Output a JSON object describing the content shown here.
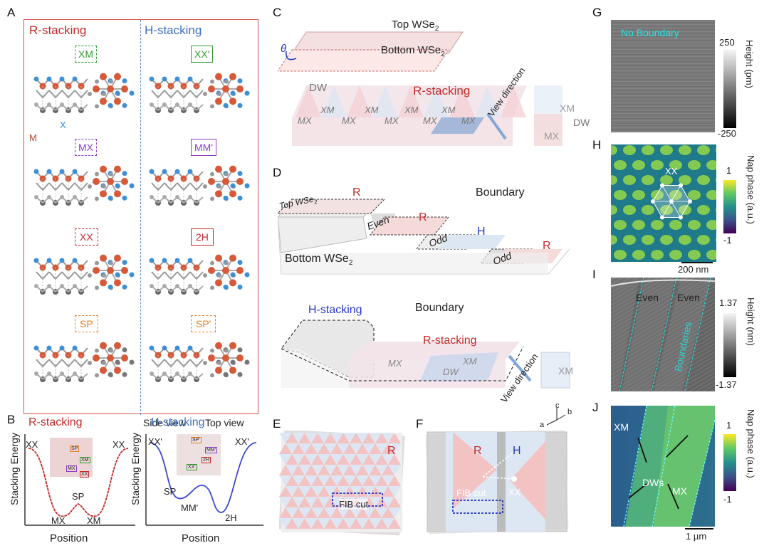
{
  "panel_labels": {
    "A": "A",
    "B": "B",
    "C": "C",
    "D": "D",
    "E": "E",
    "F": "F",
    "G": "G",
    "H": "H",
    "I": "I",
    "J": "J"
  },
  "panelA": {
    "r_title": "R-stacking",
    "h_title": "H-stacking",
    "r_configs": [
      "XM",
      "MX",
      "XX",
      "SP"
    ],
    "h_configs": [
      "XX'",
      "MM'",
      "2H",
      "SP'"
    ],
    "m_label": "M",
    "x_label": "X",
    "side_view": "Side view",
    "top_view": "Top view",
    "colors": {
      "r": "#c62828",
      "h": "#3d6fc4",
      "xm": "#2e9a2e",
      "mx": "#8a3fc6",
      "xx": "#c62828",
      "sp": "#e67e22",
      "metal": "#d65a3a",
      "chalc": "#3f8fd6"
    }
  },
  "panelB": {
    "r_title": "R-stacking",
    "h_title": "H-stacking",
    "ylabel": "Stacking Energy",
    "xlabel": "Position",
    "r_points": {
      "left": "XX",
      "right": "XX",
      "sp": "SP",
      "mx": "MX",
      "xm": "XM"
    },
    "h_points": {
      "left": "XX'",
      "right": "XX'",
      "sp": "SP",
      "mm": "MM'",
      "h2": "2H"
    },
    "inset_r": [
      "SP",
      "XM",
      "MX",
      "XX"
    ],
    "inset_h": [
      "SP'",
      "MM'",
      "XX'",
      "2H"
    ]
  },
  "panelC": {
    "top": "Top WSe",
    "bottom": "Bottom WSe",
    "sub": "2",
    "theta": "θ",
    "r_stacking": "R-stacking",
    "dw": "DW",
    "domains": [
      "MX",
      "XM",
      "MX",
      "XM",
      "MX",
      "XM",
      "MX",
      "XM",
      "MX"
    ],
    "view": "View direction",
    "side_xm": "XM",
    "side_mx": "MX",
    "side_dw": "DW"
  },
  "panelD": {
    "top": "Top WSe",
    "sub": "2",
    "bottom": "Bottom WSe",
    "r1": "R",
    "r2": "R",
    "h": "H",
    "r3": "R",
    "even": "Even",
    "odd1": "Odd",
    "odd2": "Odd",
    "boundary1": "Boundary",
    "boundary2": "Boundary",
    "h_stacking": "H-stacking",
    "r_stacking": "R-stacking",
    "mx": "MX",
    "dw": "DW",
    "xm": "XM",
    "view": "View direction",
    "side_xm": "XM",
    "axes": {
      "a": "a",
      "b": "b",
      "c": "c"
    }
  },
  "panelE": {
    "r": "R",
    "fib": "FIB cut"
  },
  "panelF": {
    "r": "R",
    "h": "H",
    "fib": "FIB cut",
    "xx": "XX"
  },
  "panelG": {
    "text": "No Boundary",
    "cb_max": "250",
    "cb_min": "-250",
    "cb_label": "Height (pm)"
  },
  "panelH": {
    "xx": "XX",
    "cb_max": "1",
    "cb_min": "-1",
    "cb_label": "Nap phase (a.u.)",
    "scalebar": "200 nm"
  },
  "panelI": {
    "even1": "Even",
    "even2": "Even",
    "boundaries": "Boundaries",
    "cb_max": "1.37",
    "cb_min": "-1.37",
    "cb_label": "Height (nm)"
  },
  "panelJ": {
    "xm": "XM",
    "dws": "DWs",
    "mx": "MX",
    "cb_max": "1",
    "cb_min": "-1",
    "cb_label": "Nap phase (a.u.)",
    "scalebar": "1 µm"
  }
}
